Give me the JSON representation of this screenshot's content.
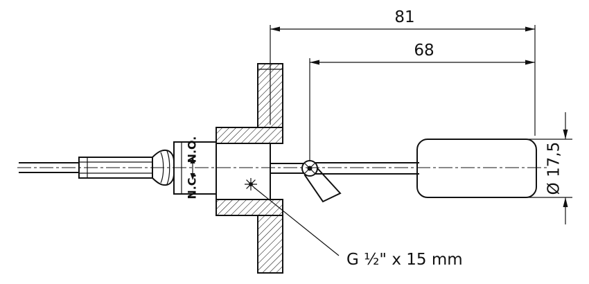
{
  "colors": {
    "line": "#111111",
    "background": "#ffffff"
  },
  "drawing": {
    "dimensions": {
      "overall_length": "81",
      "float_length": "68",
      "float_diameter": "Ø 17,5",
      "thread_spec": "G ½\" x 15 mm"
    },
    "switch_labels": {
      "normally_open": "N.O.",
      "normally_closed": "N.C."
    }
  }
}
